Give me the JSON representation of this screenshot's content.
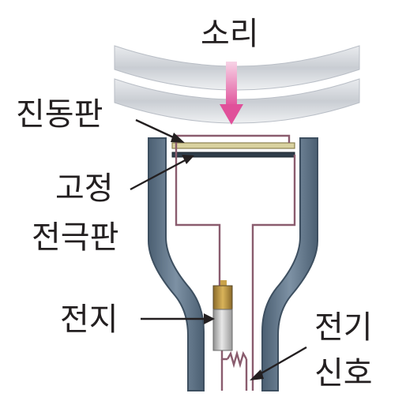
{
  "labels": {
    "sound": "소리",
    "diaphragm": "진동판",
    "fixed_electrode_line1": "고정",
    "fixed_electrode_line2": "전극판",
    "battery": "전지",
    "signal_line1": "전기",
    "signal_line2": "신호"
  },
  "colors": {
    "tube": "#5a6f82",
    "tube_edge": "#3d4f60",
    "tube_light": "#9fb0c0",
    "wave": "#d5d8dd",
    "arrow": "#e0509a",
    "wire": "#8a5c6e",
    "diaphragm": "#d9d2a0",
    "electrode": "#2f3d4a",
    "text": "#231f20"
  },
  "icons": {
    "sound_arrow": "arrow-down-icon",
    "resistor": "zigzag-resistor-icon",
    "battery": "battery-icon"
  }
}
